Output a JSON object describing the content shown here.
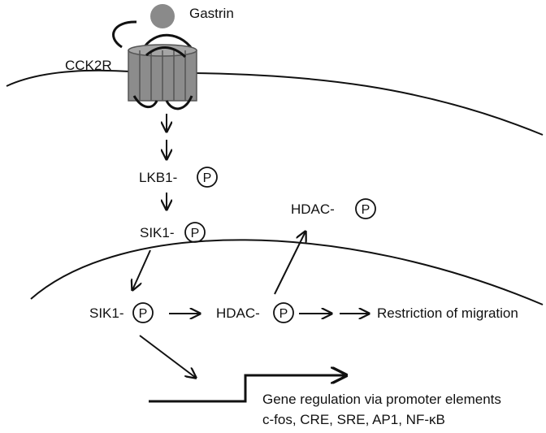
{
  "ligand": {
    "label": "Gastrin"
  },
  "receptor": {
    "label": "CCK2R"
  },
  "cytoplasm": {
    "lkb1": {
      "label": "LKB1-",
      "phospho": "P"
    },
    "sik1": {
      "label": "SIK1-",
      "phospho": "P"
    },
    "hdac": {
      "label": "HDAC-",
      "phospho": "P"
    }
  },
  "nucleus": {
    "sik1": {
      "label": "SIK1-",
      "phospho": "P"
    },
    "hdac": {
      "label": "HDAC-",
      "phospho": "P"
    },
    "outcome": "Restriction of migration",
    "gene_regulation": {
      "line1": "Gene regulation via promoter elements",
      "line2": "c-fos, CRE, SRE, AP1, NF-κB"
    }
  },
  "colors": {
    "ink": "#111111",
    "receptor_fill": "#8c8c8c",
    "ligand_fill": "#8a8a8a"
  }
}
